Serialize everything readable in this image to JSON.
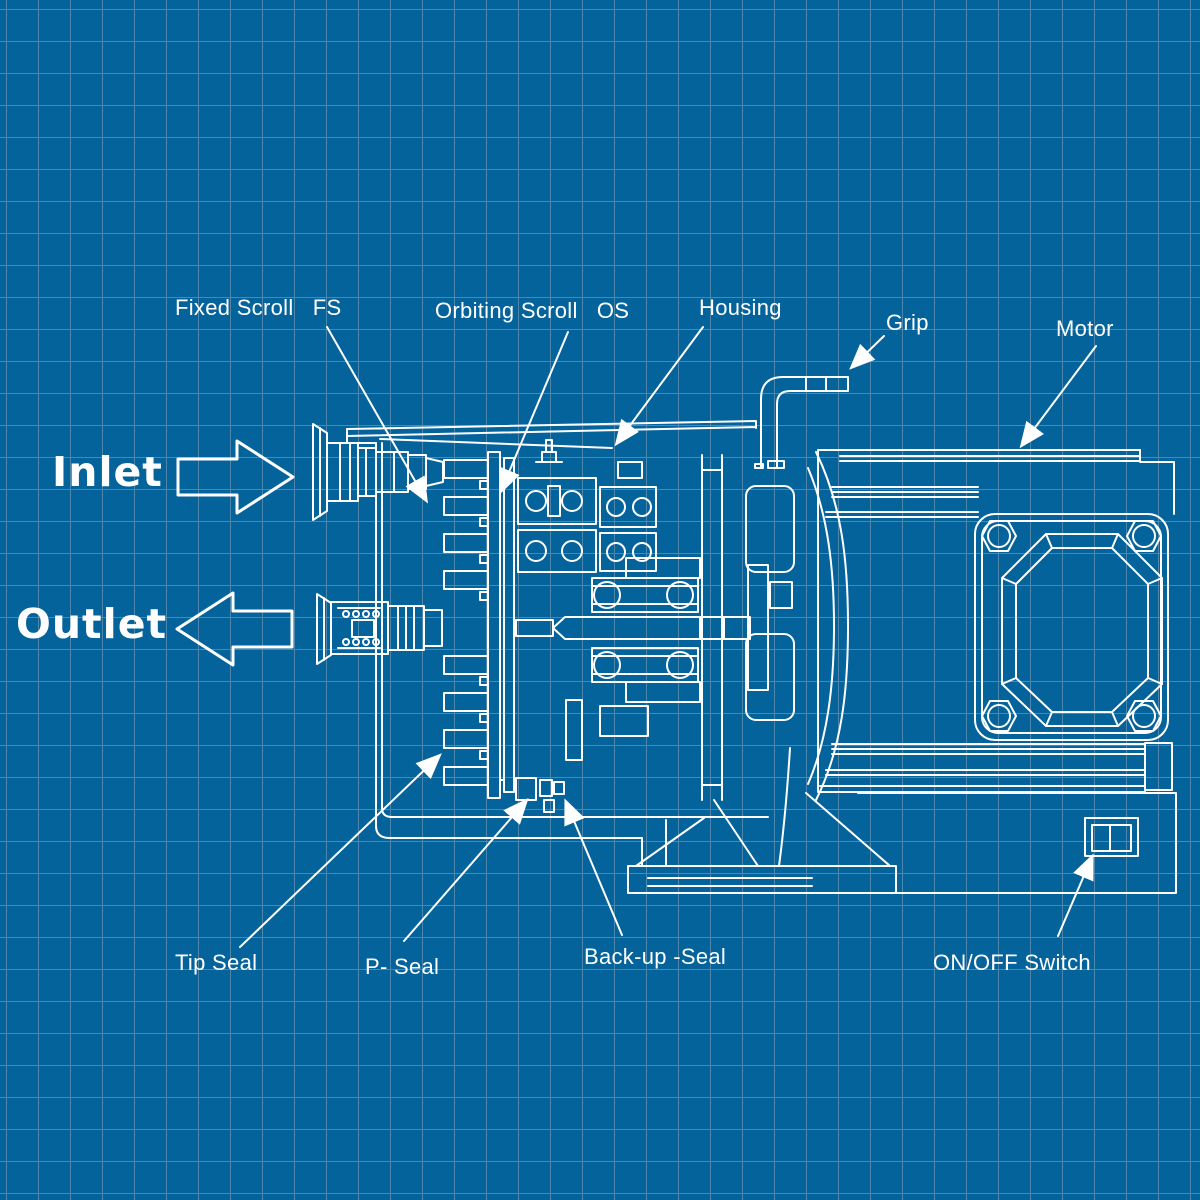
{
  "diagram": {
    "type": "blueprint-cutaway",
    "subject": "Scroll pump cross-section",
    "colors": {
      "background": "#04639b",
      "grid": "#4d87ab",
      "linework": "#ffffff"
    },
    "flow": {
      "inlet": "Inlet",
      "outlet": "Outlet"
    },
    "callouts": [
      {
        "id": "fixed-scroll",
        "label": "Fixed Scroll   FS"
      },
      {
        "id": "orbiting-scroll",
        "label": "Orbiting Scroll   OS"
      },
      {
        "id": "housing",
        "label": "Housing"
      },
      {
        "id": "grip",
        "label": "Grip"
      },
      {
        "id": "motor",
        "label": "Motor"
      },
      {
        "id": "tip-seal",
        "label": "Tip Seal"
      },
      {
        "id": "p-seal",
        "label": "P- Seal"
      },
      {
        "id": "backup-seal",
        "label": "Back-up -Seal"
      },
      {
        "id": "onoff-switch",
        "label": "ON/OFF Switch"
      }
    ],
    "parts": [
      "inlet-flange",
      "outlet-flange",
      "fixed-scroll-fins",
      "orbiting-scroll-plate",
      "bearing-assembly",
      "drive-shaft",
      "pump-housing",
      "grip-handle",
      "motor-body",
      "motor-end-flange",
      "fan-guard",
      "mounting-feet",
      "rocker-switch"
    ]
  }
}
